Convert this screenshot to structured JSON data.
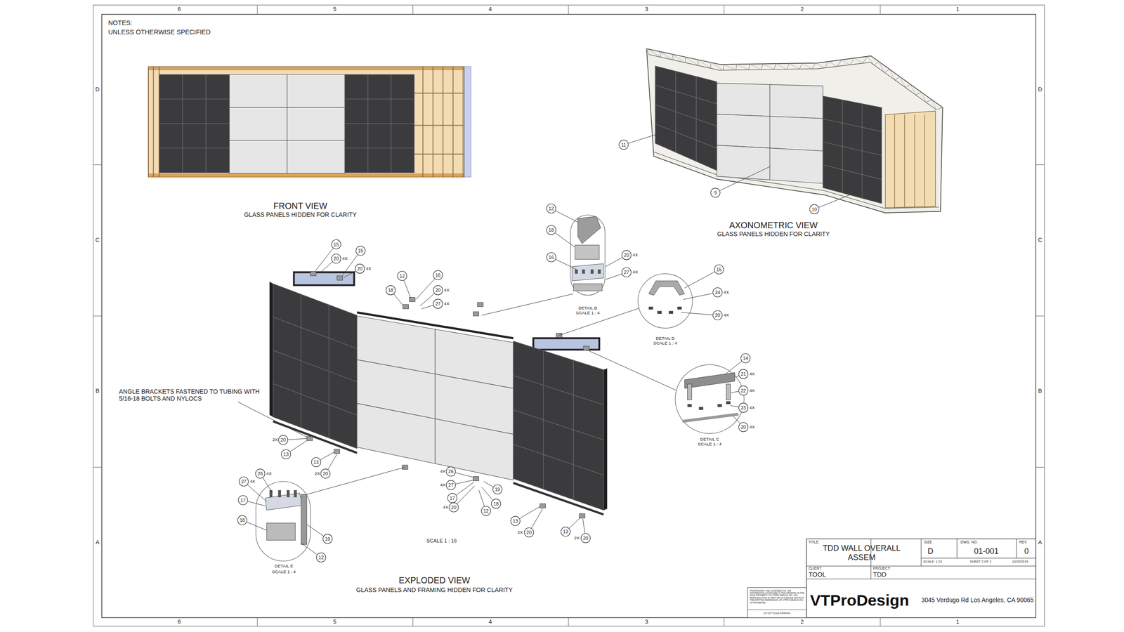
{
  "diagram": {
    "labels": [
      "6",
      "5",
      "4",
      "3",
      "2",
      "1",
      "NOTES:",
      "UNLESS OTHERWISE SPECIFIED",
      "D",
      "D",
      "FRONT VIEW",
      "GLASS PANELS HIDDEN FOR CLARITY",
      "11",
      "9",
      "10",
      "AXONOMETRIC VIEW",
      "GLASS PANELS HIDDEN FOR CLARITY",
      "C",
      "C",
      "12",
      "18",
      "15",
      "15",
      "16",
      "20",
      "4X",
      "20",
      "4X",
      "20",
      "4X",
      "15",
      "27",
      "4X",
      "16",
      "12",
      "18",
      "20",
      "4X",
      "24",
      "4X",
      "27",
      "4X",
      "DETAIL B",
      "SCALE 1 : 4",
      "20",
      "4X",
      "DETAIL D",
      "SCALE 1 : 4",
      "14",
      "21",
      "4X",
      "ANGLE BRACKETS FASTENED TO TUBING WITH 5/16-18 BOLTS AND NYLOCS",
      "B",
      "B",
      "22",
      "4X",
      "23",
      "4X",
      "20",
      "4X",
      "DETAIL C",
      "SCALE 1 : 4",
      "2X",
      "20",
      "13",
      "13",
      "4X",
      "26",
      "2X",
      "20",
      "26",
      "4X",
      "27",
      "4X",
      "4X",
      "27",
      "19",
      "17",
      "17",
      "18",
      "4X",
      "20",
      "12",
      "18",
      "13",
      "2X",
      "20",
      "13",
      "2X",
      "20",
      "19",
      "SCALE 1 : 16",
      "A",
      "A",
      "TITLE:",
      "TDD WALL OVERALL ASSEM",
      "SIZE",
      "DWG. NO.",
      "REV",
      "D",
      "01-001",
      "0",
      "12",
      "SCALE: 1:24",
      "SHEET 2 OF 2",
      "10/29/2019",
      "DETAIL E",
      "SCALE 1 : 4",
      "CLIENT",
      "PROJECT:",
      "TOOL",
      "TDD",
      "EXPLODED VIEW",
      "GLASS PANELS AND FRAMING HIDDEN FOR CLARITY",
      "PROPRIETARY AND CONFIDENTIAL THE INFORMATION CONTAINED IN THIS DRAWING IS THE SOLE PROPERTY OF VTPRO DESIGN INC. ANY REPRODUCTION IN PART OR AS A WHOLE WITHOUT THE WRITTEN PERMISSION OF VTPRO DESIGN INC. IS PROHIBITED.",
      "VTProDesign",
      "3045 Verdugo Rd Los Angeles, CA 90065",
      "DO NOT SCALE DRAWING",
      "6",
      "5",
      "4",
      "3",
      "2",
      "1"
    ]
  }
}
